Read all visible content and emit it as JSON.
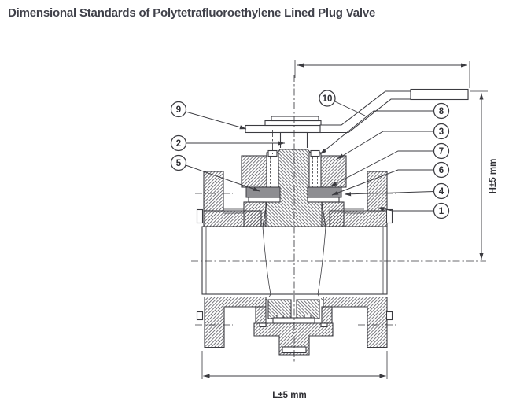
{
  "title": "Dimensional Standards of Polytetrafluoroethylene Lined Plug Valve",
  "dimensions": {
    "height_label": "H±5 mm",
    "length_label": "L±5 mm"
  },
  "callouts": {
    "c1": "1",
    "c2": "2",
    "c3": "3",
    "c4": "4",
    "c5": "5",
    "c6": "6",
    "c7": "7",
    "c8": "8",
    "c9": "9",
    "c10": "10"
  },
  "colors": {
    "line": "#3b3b40",
    "title_text": "#40414a",
    "packing_fill": "#8e8e92",
    "background": "#ffffff"
  }
}
